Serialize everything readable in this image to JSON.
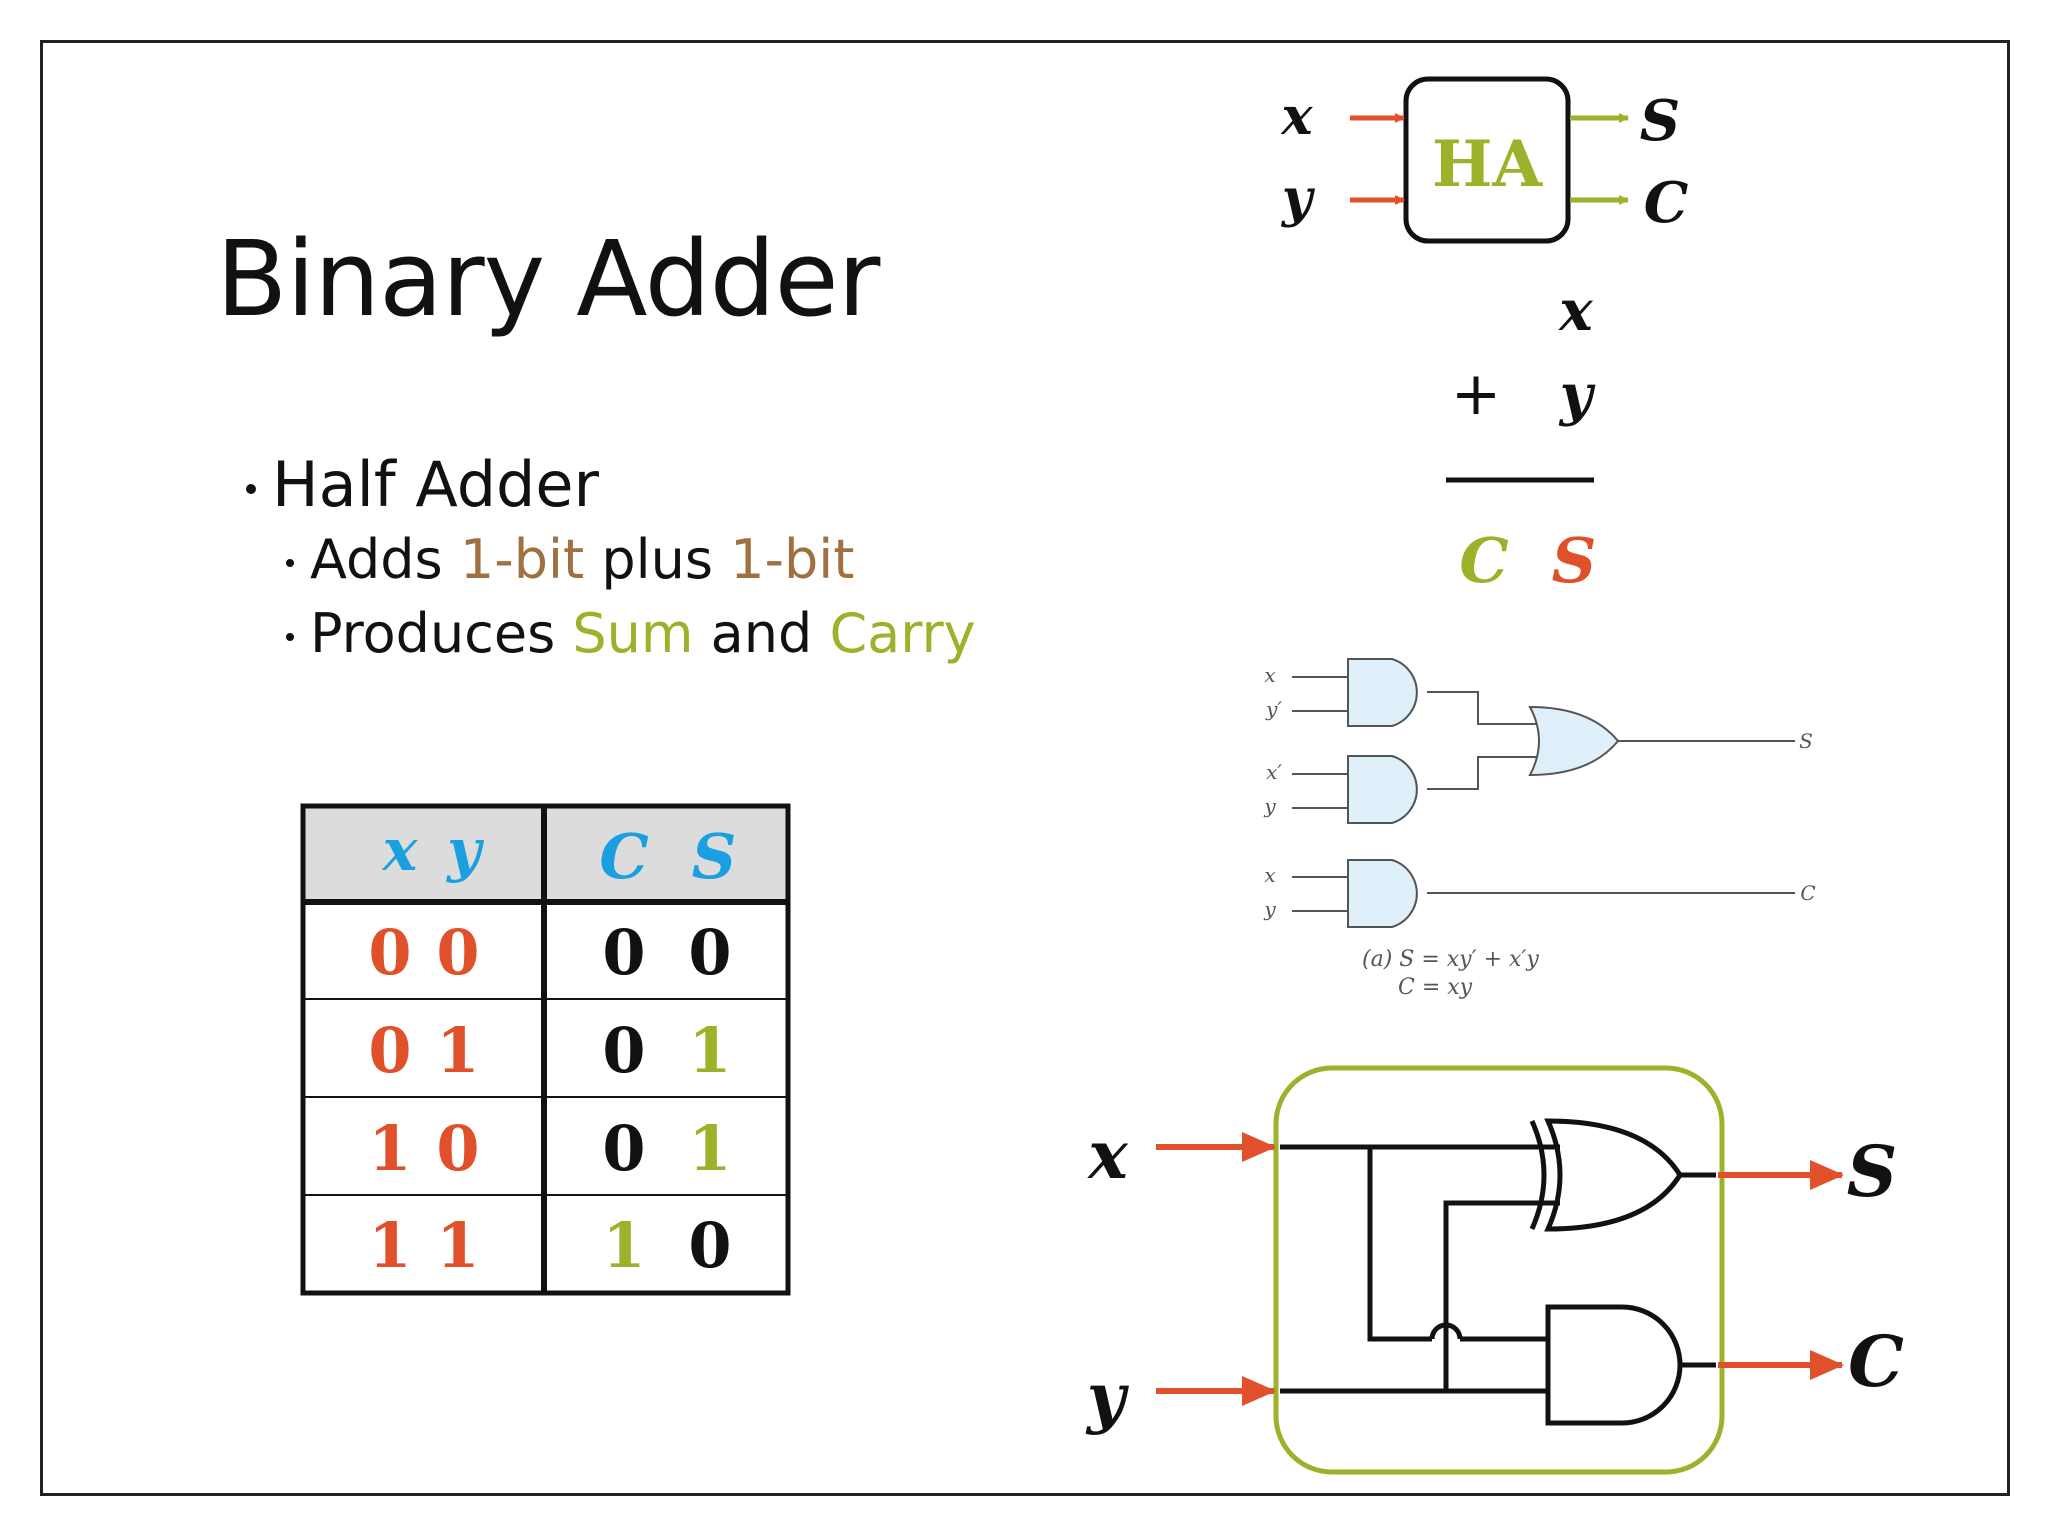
{
  "slide": {
    "title": "Binary Adder",
    "bullet_main": "Half Adder",
    "bullet_sub1": {
      "part1": "Adds ",
      "part2": "1-bit",
      "part3": " plus ",
      "part4": "1-bit"
    },
    "bullet_sub2": {
      "part1": "Produces ",
      "part2": "Sum",
      "part3": " and ",
      "part4": "Carry"
    }
  },
  "colors": {
    "orange": "#e0502a",
    "green": "#9db22a",
    "blue": "#1aa0e0",
    "brown": "#a07040",
    "gate_fill": "#dff0fa"
  },
  "ha_block": {
    "label": "HA",
    "in_x": "x",
    "in_y": "y",
    "out_s": "S",
    "out_c": "C"
  },
  "addition": {
    "top": "x",
    "plus": "+",
    "second": "y",
    "carry": "C",
    "sum": "S"
  },
  "truth_table": {
    "headers": {
      "x": "x",
      "y": "y",
      "c": "C",
      "s": "S"
    },
    "rows": [
      {
        "x": "0",
        "y": "0",
        "c": "0",
        "s": "0"
      },
      {
        "x": "0",
        "y": "1",
        "c": "0",
        "s": "1"
      },
      {
        "x": "1",
        "y": "0",
        "c": "0",
        "s": "1"
      },
      {
        "x": "1",
        "y": "1",
        "c": "1",
        "s": "0"
      }
    ]
  },
  "small_circuit": {
    "in1": "x",
    "in2": "y′",
    "in3": "x′",
    "in4": "y",
    "in5": "x",
    "in6": "y",
    "out_s": "S",
    "out_c": "C",
    "caption1": "(a) S = xy′ + x′y",
    "caption2": "C = xy"
  },
  "big_circuit": {
    "in_x": "x",
    "in_y": "y",
    "out_s": "S",
    "out_c": "C"
  }
}
